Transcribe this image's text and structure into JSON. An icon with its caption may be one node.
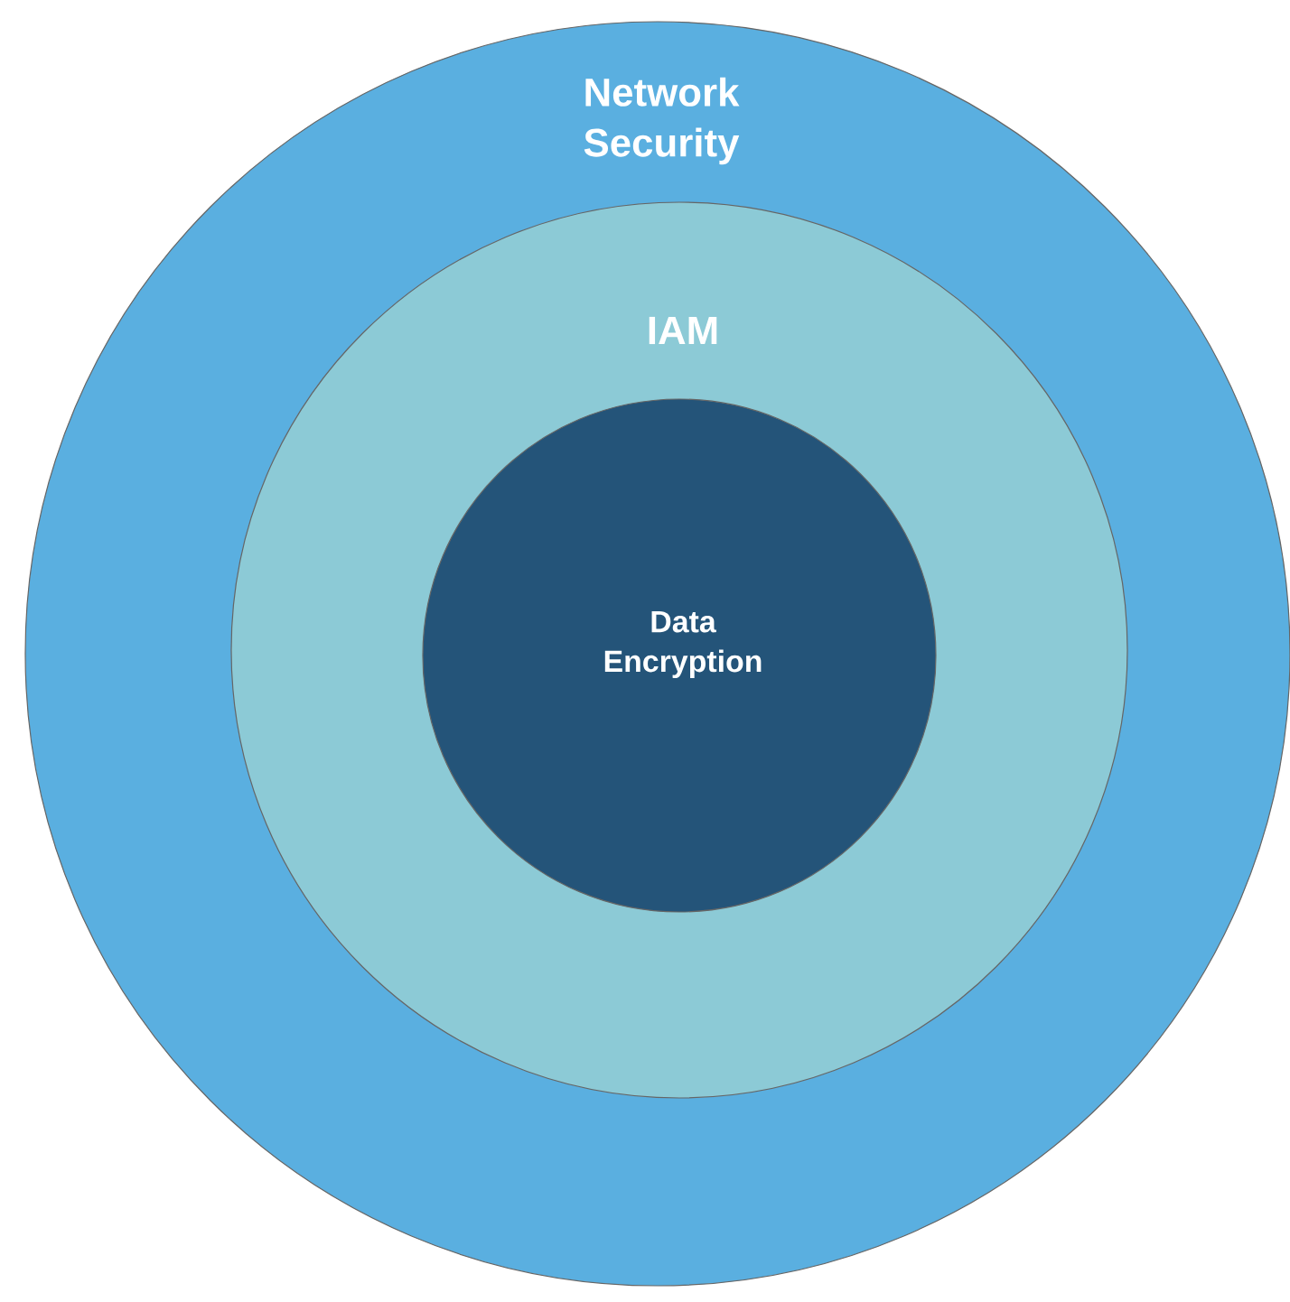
{
  "diagram": {
    "nodes": [
      {
        "text": [
          "Network Security"
        ]
      },
      {
        "text": [
          "IAM"
        ],
        "in": 0
      },
      {
        "text": [
          "Data Encryption"
        ],
        "in": 1
      }
    ]
  }
}
